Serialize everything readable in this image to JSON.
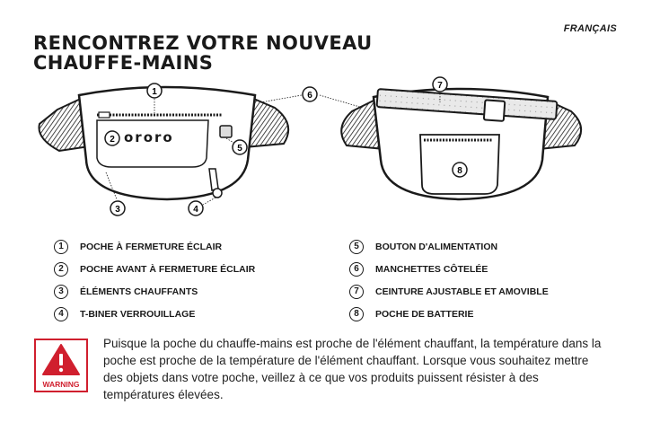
{
  "header": {
    "language": "FRANÇAIS"
  },
  "title": {
    "line1": "RENCONTREZ VOTRE NOUVEAU",
    "line2": "CHAUFFE-MAINS"
  },
  "diagram": {
    "brand": "ororo",
    "callouts": [
      "1",
      "2",
      "3",
      "4",
      "5",
      "6",
      "7",
      "8"
    ]
  },
  "legend": {
    "left": [
      {
        "num": "1",
        "label": "POCHE À FERMETURE ÉCLAIR"
      },
      {
        "num": "2",
        "label": "POCHE AVANT À FERMETURE ÉCLAIR"
      },
      {
        "num": "3",
        "label": "ÉLÉMENTS CHAUFFANTS"
      },
      {
        "num": "4",
        "label": "T-BINER VERROUILLAGE"
      }
    ],
    "right": [
      {
        "num": "5",
        "label": "BOUTON D'ALIMENTATION"
      },
      {
        "num": "6",
        "label": "MANCHETTES CÔTELÉE"
      },
      {
        "num": "7",
        "label": "CEINTURE AJUSTABLE ET AMOVIBLE"
      },
      {
        "num": "8",
        "label": "POCHE DE BATTERIE"
      }
    ]
  },
  "warning": {
    "label": "WARNING",
    "text": "Puisque la poche du chauffe-mains est proche de l'élément chauffant, la température dans la poche est proche de la température de l'élément chauffant. Lorsque vous souhaitez mettre des objets dans votre poche, veillez à ce que vos produits puissent résister à des températures élevées.",
    "color": "#d01f2e"
  }
}
